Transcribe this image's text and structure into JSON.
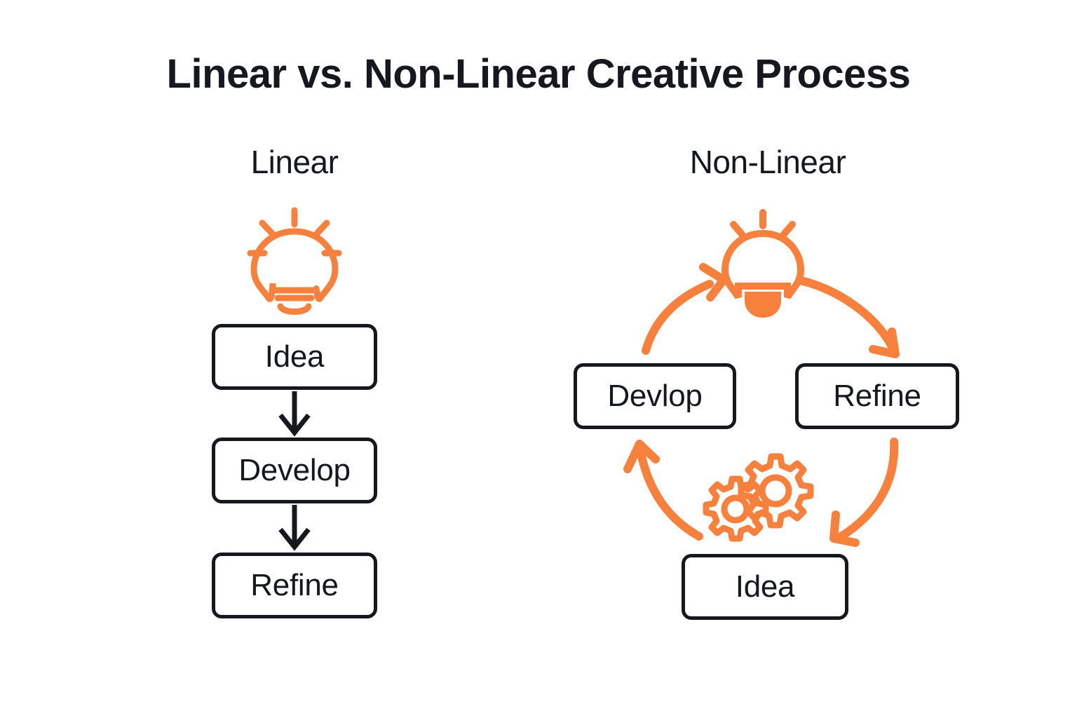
{
  "page": {
    "background": "#ffffff",
    "title": "Linear vs. Non-Linear Creative Process"
  },
  "columns": {
    "left": {
      "heading": "Linear",
      "icon": "lightbulb-icon",
      "steps": [
        {
          "label": "Idea"
        },
        {
          "label": "Develop"
        },
        {
          "label": "Refine"
        }
      ],
      "connectors": [
        {
          "name": "arrow-idea-to-develop",
          "direction": "down",
          "color": "#15181d"
        },
        {
          "name": "arrow-develop-to-refine",
          "direction": "down",
          "color": "#15181d"
        }
      ]
    },
    "right": {
      "heading": "Non-Linear",
      "icons": [
        {
          "name": "lightbulb-icon",
          "color": "#F7813C"
        },
        {
          "name": "gears-icon",
          "color": "#F7813C"
        }
      ],
      "steps": [
        {
          "label": "Devlop"
        },
        {
          "label": "Refine"
        },
        {
          "label": "Idea"
        }
      ],
      "connectors": [
        {
          "name": "arrow-devlop-to-idea-bulb",
          "direction": "curve-up-right",
          "color": "#F7813C"
        },
        {
          "name": "arrow-bulb-to-refine",
          "direction": "curve-down-right",
          "color": "#F7813C"
        },
        {
          "name": "arrow-refine-to-idea",
          "direction": "curve-down-left",
          "color": "#F7813C"
        },
        {
          "name": "arrow-idea-to-devlop",
          "direction": "curve-up-left",
          "color": "#F7813C"
        }
      ]
    }
  },
  "colors": {
    "ink": "#15181d",
    "accent": "#F7813C",
    "surface": "#ffffff"
  }
}
